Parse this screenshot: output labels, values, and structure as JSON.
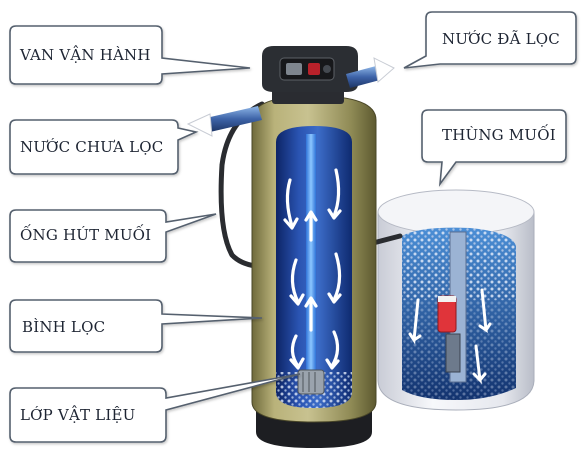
{
  "labels": {
    "valve": "VAN VẬN HÀNH",
    "filtered_water": "NƯỚC ĐÃ LỌC",
    "unfiltered_water": "NƯỚC CHƯA LỌC",
    "salt_tank": "THÙNG MUỐI",
    "salt_suction_pipe": "ỐNG HÚT MUỐI",
    "filter_tank": "BÌNH LỌC",
    "media_layer": "LỚP VẬT LIỆU"
  },
  "colors": {
    "callout_border": "#55606e",
    "callout_fill": "#ffffff",
    "tank_shell": "#a7a06a",
    "tank_interior": "#1f3f8f",
    "water_arrows": "#ffffff",
    "salt_tank_body": "#eeeff3",
    "valve_head": "#2b2e33"
  }
}
